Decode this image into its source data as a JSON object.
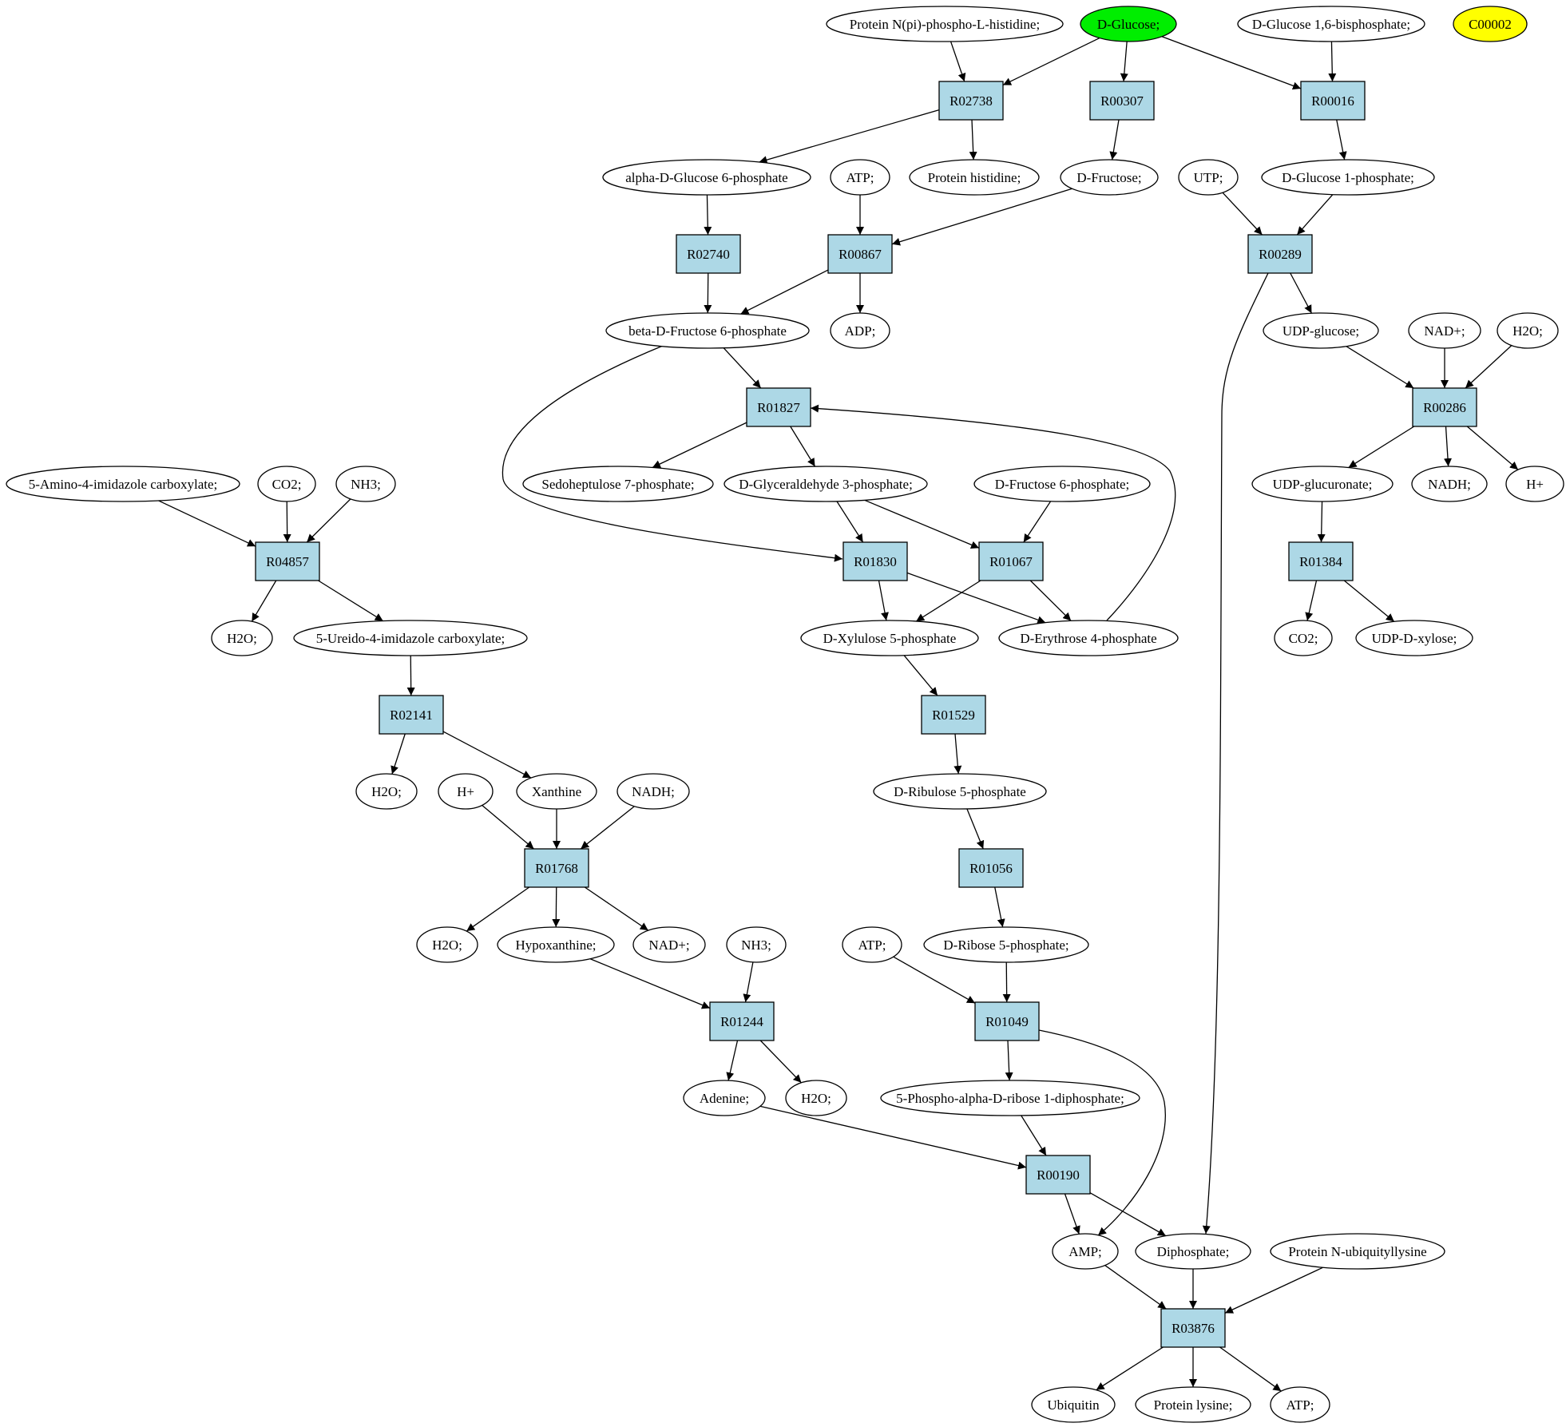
{
  "colors": {
    "metabolite": "#ffffff",
    "reaction": "#add8e6",
    "start": "#00ee00",
    "highlight": "#ffff00",
    "stroke": "#000000"
  },
  "nodes": {
    "m_pnpph": "Protein N(pi)-phospho-L-histidine;",
    "m_dglc": "D-Glucose;",
    "m_dg16bp": "D-Glucose 1,6-bisphosphate;",
    "m_c00002": "C00002",
    "r_R02738": "R02738",
    "r_R00307": "R00307",
    "r_R00016": "R00016",
    "m_ag6p": "alpha-D-Glucose 6-phosphate",
    "m_atp1": "ATP;",
    "m_phis": "Protein histidine;",
    "m_dfru": "D-Fructose;",
    "m_utp": "UTP;",
    "m_dg1p": "D-Glucose 1-phosphate;",
    "r_R02740": "R02740",
    "r_R00867": "R00867",
    "r_R00289": "R00289",
    "m_bf6p": "beta-D-Fructose 6-phosphate",
    "m_adp": "ADP;",
    "m_udpglc": "UDP-glucose;",
    "m_nadp1": "NAD+;",
    "m_h2o1": "H2O;",
    "r_R01827": "R01827",
    "r_R00286": "R00286",
    "m_5aic": "5-Amino-4-imidazole carboxylate;",
    "m_co2a": "CO2;",
    "m_nh3a": "NH3;",
    "m_s7p": "Sedoheptulose 7-phosphate;",
    "m_g3p": "D-Glyceraldehyde 3-phosphate;",
    "m_df6p": "D-Fructose 6-phosphate;",
    "m_udpglcu": "UDP-glucuronate;",
    "m_nadh1": "NADH;",
    "m_hp1": "H+",
    "r_R04857": "R04857",
    "r_R01830": "R01830",
    "r_R01067": "R01067",
    "r_R01384": "R01384",
    "m_h2o2": "H2O;",
    "m_5uic": "5-Ureido-4-imidazole carboxylate;",
    "m_x5p": "D-Xylulose 5-phosphate",
    "m_e4p": "D-Erythrose 4-phosphate",
    "m_co2b": "CO2;",
    "m_udpxyl": "UDP-D-xylose;",
    "r_R02141": "R02141",
    "r_R01529": "R01529",
    "m_h2o3": "H2O;",
    "m_hp2": "H+",
    "m_xan": "Xanthine",
    "m_nadh2": "NADH;",
    "m_ru5p": "D-Ribulose 5-phosphate",
    "r_R01768": "R01768",
    "r_R01056": "R01056",
    "m_h2o4": "H2O;",
    "m_hyp": "Hypoxanthine;",
    "m_nadp2": "NAD+;",
    "m_nh3b": "NH3;",
    "m_atp2": "ATP;",
    "m_r5p": "D-Ribose 5-phosphate;",
    "r_R01244": "R01244",
    "r_R01049": "R01049",
    "m_ade": "Adenine;",
    "m_h2o5": "H2O;",
    "m_prpp": "5-Phospho-alpha-D-ribose 1-diphosphate;",
    "r_R00190": "R00190",
    "m_amp": "AMP;",
    "m_ppi": "Diphosphate;",
    "m_pnub": "Protein N-ubiquityllysine",
    "r_R03876": "R03876",
    "m_ubq": "Ubiquitin",
    "m_plys": "Protein lysine;",
    "m_atp3": "ATP;"
  }
}
